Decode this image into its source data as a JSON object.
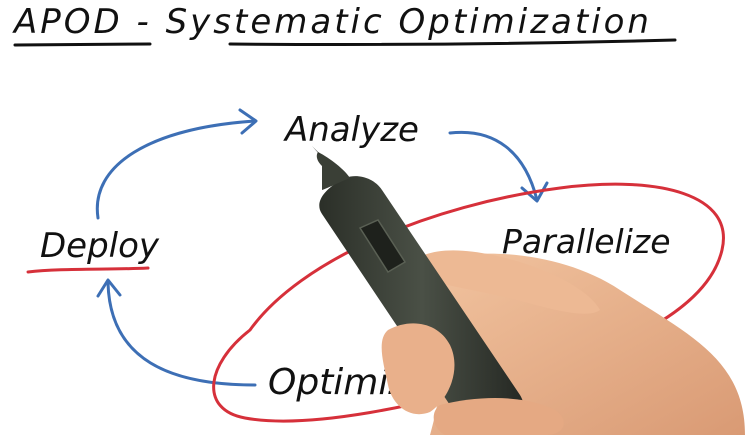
{
  "diagram": {
    "title": "APOD - Systematic Optimization",
    "steps": {
      "analyze": "Analyze",
      "parallelize": "Parallelize",
      "optimize": "Optimize",
      "deploy": "Deploy"
    },
    "colors": {
      "ink": "#111111",
      "arrow": "#3d6fb5",
      "highlight": "#d6303a",
      "skin": "#e8b48f",
      "pen": "#3a3f36"
    },
    "illustration": "hand-holding-pen"
  }
}
